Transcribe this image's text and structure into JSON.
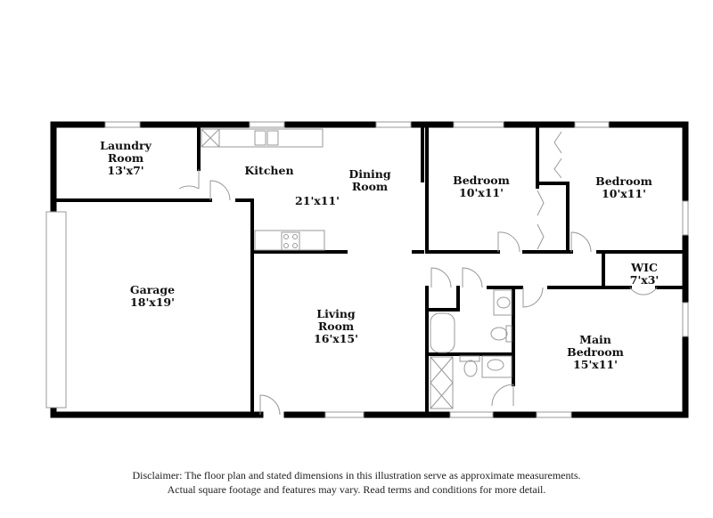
{
  "floorplan": {
    "colors": {
      "wall": "#000000",
      "fixture": "#9a9a9a",
      "background": "#ffffff"
    },
    "rooms": [
      {
        "id": "laundry",
        "name_lines": [
          "Laundry",
          "Room"
        ],
        "dims": "13'x7'"
      },
      {
        "id": "kitchen",
        "name_lines": [
          "Kitchen"
        ],
        "dims": ""
      },
      {
        "id": "dining",
        "name_lines": [
          "Dining",
          "Room"
        ],
        "dims": ""
      },
      {
        "id": "kitchen-dining-dims",
        "name_lines": [],
        "dims": "21'x11'"
      },
      {
        "id": "bedroom-1",
        "name_lines": [
          "Bedroom"
        ],
        "dims": "10'x11'"
      },
      {
        "id": "bedroom-2",
        "name_lines": [
          "Bedroom"
        ],
        "dims": "10'x11'"
      },
      {
        "id": "wic",
        "name_lines": [
          "WIC"
        ],
        "dims": "7'x3'"
      },
      {
        "id": "garage",
        "name_lines": [
          "Garage"
        ],
        "dims": "18'x19'"
      },
      {
        "id": "living",
        "name_lines": [
          "Living",
          "Room"
        ],
        "dims": "16'x15'"
      },
      {
        "id": "main-bedroom",
        "name_lines": [
          "Main",
          "Bedroom"
        ],
        "dims": "15'x11'"
      }
    ]
  },
  "disclaimer": {
    "line1": "Disclaimer: The floor plan and stated dimensions in this illustration serve as approximate measurements.",
    "line2": "Actual square footage and features may vary. Read terms and conditions for more detail."
  }
}
